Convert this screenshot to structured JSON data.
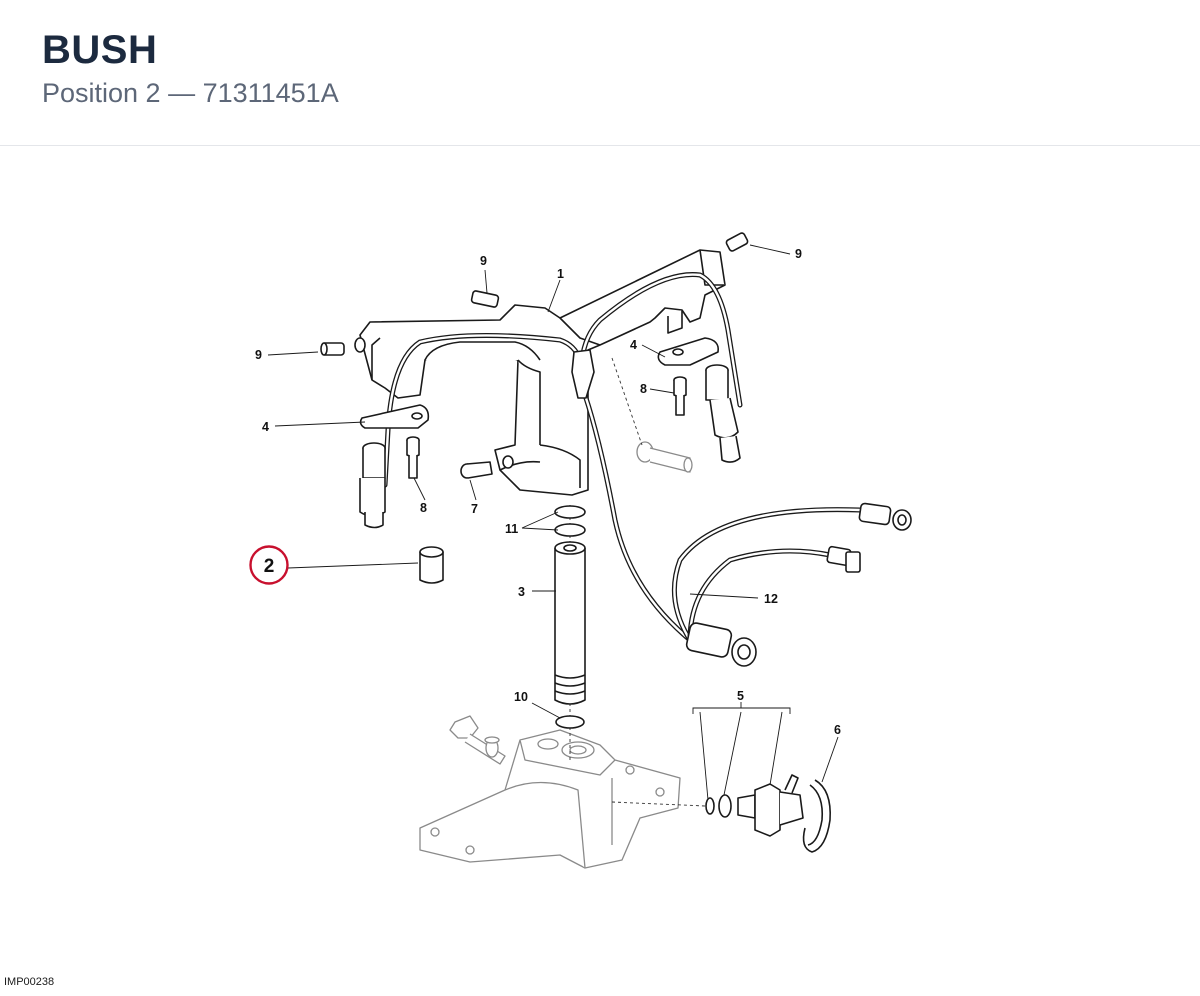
{
  "header": {
    "title": "BUSH",
    "subtitle": "Position 2 — 71311451A"
  },
  "footer": {
    "image_code": "IMP00238"
  },
  "diagram": {
    "highlight_color": "#c8102e",
    "highlighted_callout": "2",
    "callouts": {
      "c1": "1",
      "c2": "2",
      "c3": "3",
      "c4a": "4",
      "c4b": "4",
      "c5": "5",
      "c6": "6",
      "c7": "7",
      "c8a": "8",
      "c8b": "8",
      "c9a": "9",
      "c9b": "9",
      "c9c": "9",
      "c10": "10",
      "c11": "11",
      "c12": "12"
    }
  }
}
